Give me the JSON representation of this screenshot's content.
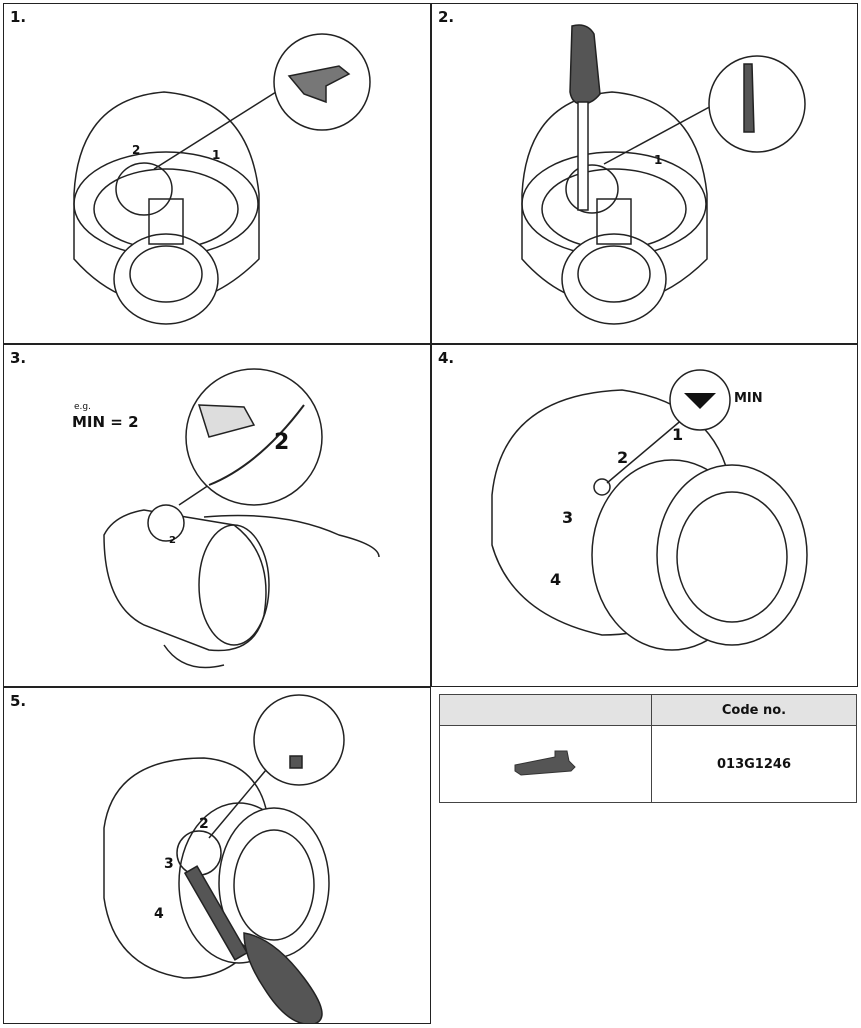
{
  "steps": [
    {
      "label": "1."
    },
    {
      "label": "2."
    },
    {
      "label": "3.",
      "note_small": "e.g.",
      "note_main": "MIN = 2"
    },
    {
      "label": "4.",
      "min_label": "MIN"
    },
    {
      "label": "5."
    }
  ],
  "dial_marks": [
    "2",
    "1",
    "3",
    "4"
  ],
  "table": {
    "headers": [
      "",
      "Code no."
    ],
    "rows": [
      {
        "item": "limiter-clip-part",
        "code": "013G1246"
      }
    ]
  },
  "colors": {
    "line": "#222222",
    "header_bg": "#e3e3e3",
    "part": "#555555"
  }
}
